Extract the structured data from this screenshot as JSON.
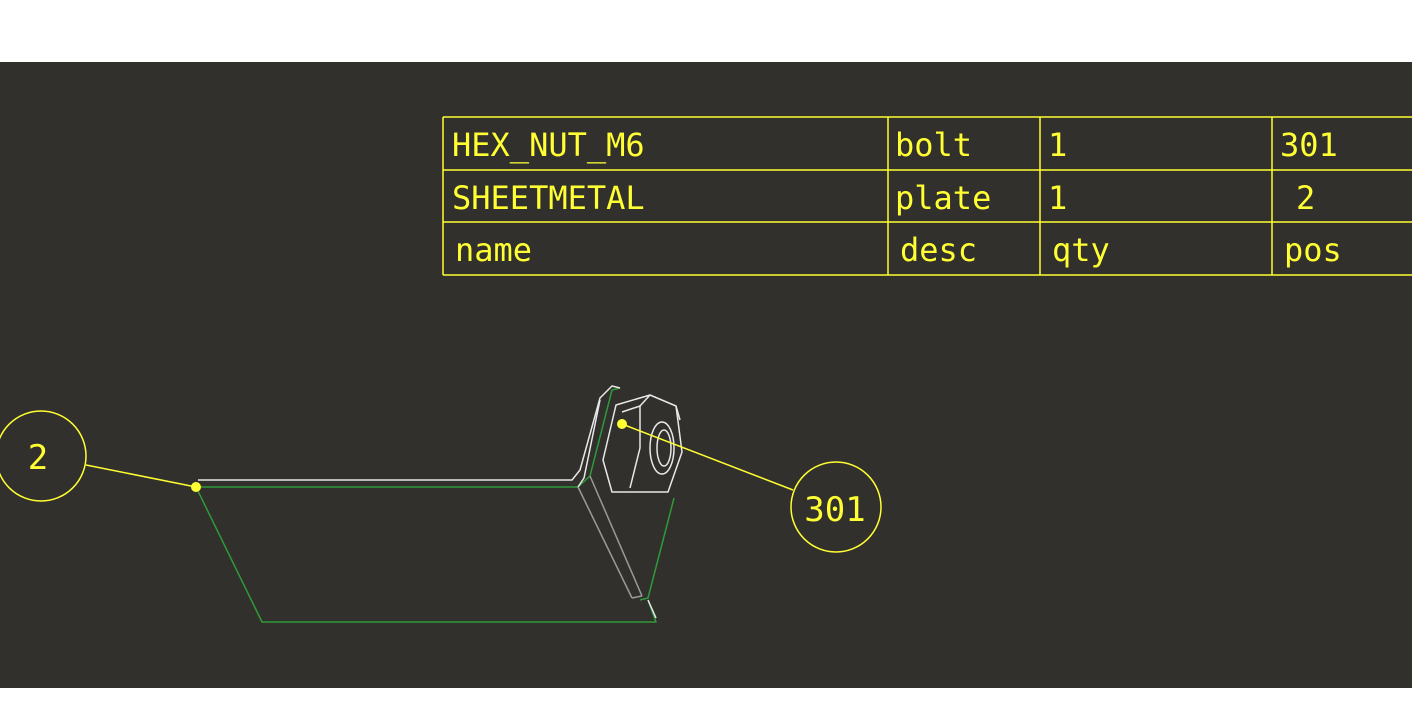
{
  "colors": {
    "background": "#31302d",
    "page": "#ffffff",
    "annotation": "#ffff33",
    "edge_white": "#e8e8e8",
    "edge_green": "#2f9a3a"
  },
  "bom_table": {
    "rows": [
      {
        "name": "HEX_NUT_M6",
        "desc": "bolt",
        "qty": "1",
        "pos": "301"
      },
      {
        "name": "SHEETMETAL",
        "desc": "plate",
        "qty": "1",
        "pos": "2"
      },
      {
        "name": "name",
        "desc": "desc",
        "qty": "qty",
        "pos": "pos"
      }
    ]
  },
  "balloons": {
    "plate": "2",
    "nut": "301"
  }
}
